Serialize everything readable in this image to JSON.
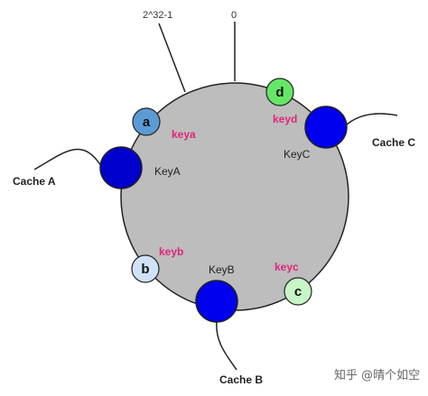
{
  "ring": {
    "top_labels": {
      "max": "2^32-1",
      "zero": "0"
    }
  },
  "data_nodes": [
    {
      "id": "a",
      "letter": "a",
      "color": "#5b9bd5"
    },
    {
      "id": "b",
      "letter": "b",
      "color": "#cfe2f7"
    },
    {
      "id": "c",
      "letter": "c",
      "color": "#c8f5c8"
    },
    {
      "id": "d",
      "letter": "d",
      "color": "#66e666"
    }
  ],
  "cache_nodes": [
    {
      "id": "A",
      "key_label": "KeyA",
      "name": "Cache A",
      "color": "#0000cc"
    },
    {
      "id": "B",
      "key_label": "KeyB",
      "name": "Cache B",
      "color": "#0000ee"
    },
    {
      "id": "C",
      "key_label": "KeyC",
      "name": "Cache C",
      "color": "#0000ee"
    }
  ],
  "key_labels": {
    "a": "keya",
    "b": "keyb",
    "c": "keyc",
    "d": "keyd"
  },
  "watermark": {
    "text": "知乎 @晴个如空"
  },
  "colors": {
    "ring_fill": "#bdbdbd",
    "key_text": "#e0257b"
  }
}
